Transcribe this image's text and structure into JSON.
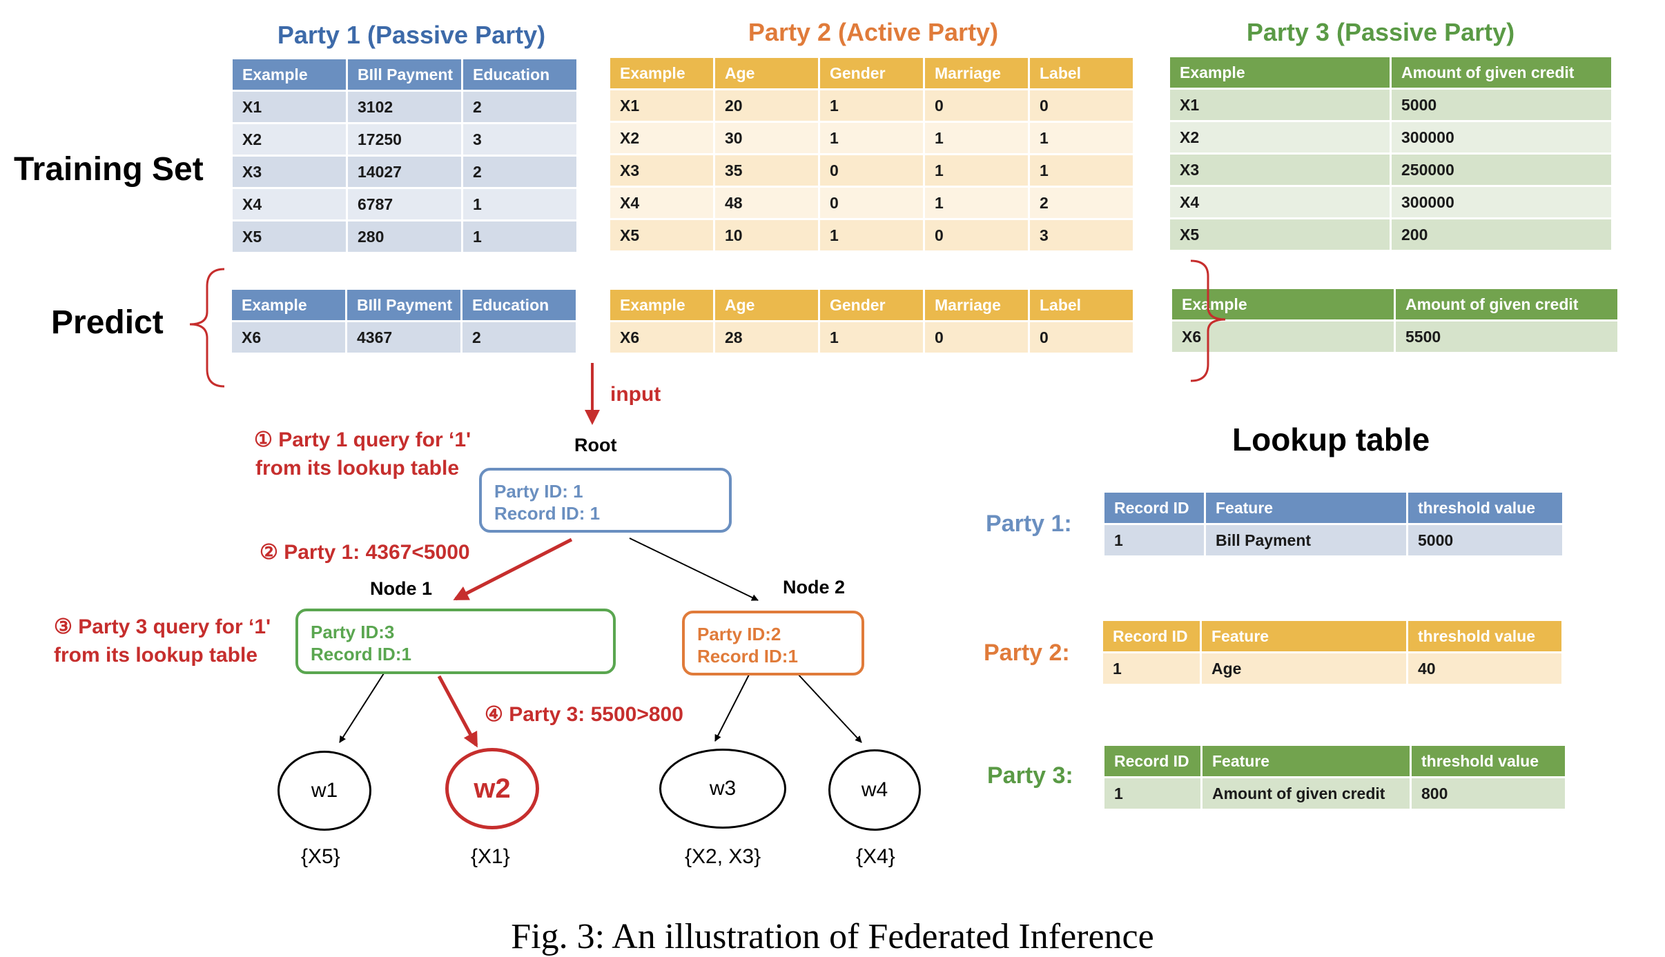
{
  "colors": {
    "blue": "#6a8fc0",
    "blue_light": "#d3dbe8",
    "blue_text": "#3d6aa9",
    "orange": "#ebb94c",
    "orange_light": "#fbeacc",
    "orange_text": "#e07b3a",
    "green": "#72a34e",
    "green_light": "#d6e3cb",
    "green_text": "#5a9a45",
    "red": "#c62e2d"
  },
  "party_titles": [
    "Party 1 (Passive Party)",
    "Party 2 (Active Party)",
    "Party 3 (Passive Party)"
  ],
  "row_labels": {
    "training": "Training Set",
    "predict": "Predict"
  },
  "training": {
    "party1": {
      "headers": [
        "Example",
        "BIll Payment",
        "Education"
      ],
      "rows": [
        [
          "X1",
          "3102",
          "2"
        ],
        [
          "X2",
          "17250",
          "3"
        ],
        [
          "X3",
          "14027",
          "2"
        ],
        [
          "X4",
          "6787",
          "1"
        ],
        [
          "X5",
          "280",
          "1"
        ]
      ]
    },
    "party2": {
      "headers": [
        "Example",
        "Age",
        "Gender",
        "Marriage",
        "Label"
      ],
      "rows": [
        [
          "X1",
          "20",
          "1",
          "0",
          "0"
        ],
        [
          "X2",
          "30",
          "1",
          "1",
          "1"
        ],
        [
          "X3",
          "35",
          "0",
          "1",
          "1"
        ],
        [
          "X4",
          "48",
          "0",
          "1",
          "2"
        ],
        [
          "X5",
          "10",
          "1",
          "0",
          "3"
        ]
      ]
    },
    "party3": {
      "headers": [
        "Example",
        "Amount of given credit"
      ],
      "rows": [
        [
          "X1",
          "5000"
        ],
        [
          "X2",
          "300000"
        ],
        [
          "X3",
          "250000"
        ],
        [
          "X4",
          "300000"
        ],
        [
          "X5",
          "200"
        ]
      ]
    }
  },
  "predict": {
    "party1": {
      "headers": [
        "Example",
        "BIll Payment",
        "Education"
      ],
      "rows": [
        [
          "X6",
          "4367",
          "2"
        ]
      ]
    },
    "party2": {
      "headers": [
        "Example",
        "Age",
        "Gender",
        "Marriage",
        "Label"
      ],
      "rows": [
        [
          "X6",
          "28",
          "1",
          "0",
          "0"
        ]
      ]
    },
    "party3": {
      "headers": [
        "Example",
        "Amount of given credit"
      ],
      "rows": [
        [
          "X6",
          "5500"
        ]
      ]
    }
  },
  "input_label": "input",
  "tree": {
    "root": {
      "title": "Root",
      "line1": "Party ID: 1",
      "line2": "Record ID: 1"
    },
    "node1": {
      "title": "Node 1",
      "line1": "Party ID:3",
      "line2": "Record ID:1"
    },
    "node2": {
      "title": "Node 2",
      "line1": "Party ID:2",
      "line2": "Record ID:1"
    },
    "leaves": [
      {
        "label": "w1",
        "set": "{X5}"
      },
      {
        "label": "w2",
        "set": "{X1}"
      },
      {
        "label": "w3",
        "set": "{X2, X3}"
      },
      {
        "label": "w4",
        "set": "{X4}"
      }
    ]
  },
  "steps": {
    "s1_line1": "① Party 1 query for ‘1'",
    "s1_line2": "from its lookup table",
    "s2": "② Party 1: 4367<5000",
    "s3_line1": "③ Party 3 query for ‘1'",
    "s3_line2": "from its lookup table",
    "s4": "④ Party 3: 5500>800"
  },
  "lookup": {
    "title": "Lookup table",
    "headers": [
      "Record ID",
      "Feature",
      "threshold value"
    ],
    "party1": {
      "label": "Party 1:",
      "row": [
        "1",
        "Bill Payment",
        "5000"
      ]
    },
    "party2": {
      "label": "Party 2:",
      "row": [
        "1",
        "Age",
        "40"
      ]
    },
    "party3": {
      "label": "Party 3:",
      "row": [
        "1",
        "Amount of given credit",
        "800"
      ]
    }
  },
  "caption": "Fig. 3: An illustration of Federated Inference"
}
